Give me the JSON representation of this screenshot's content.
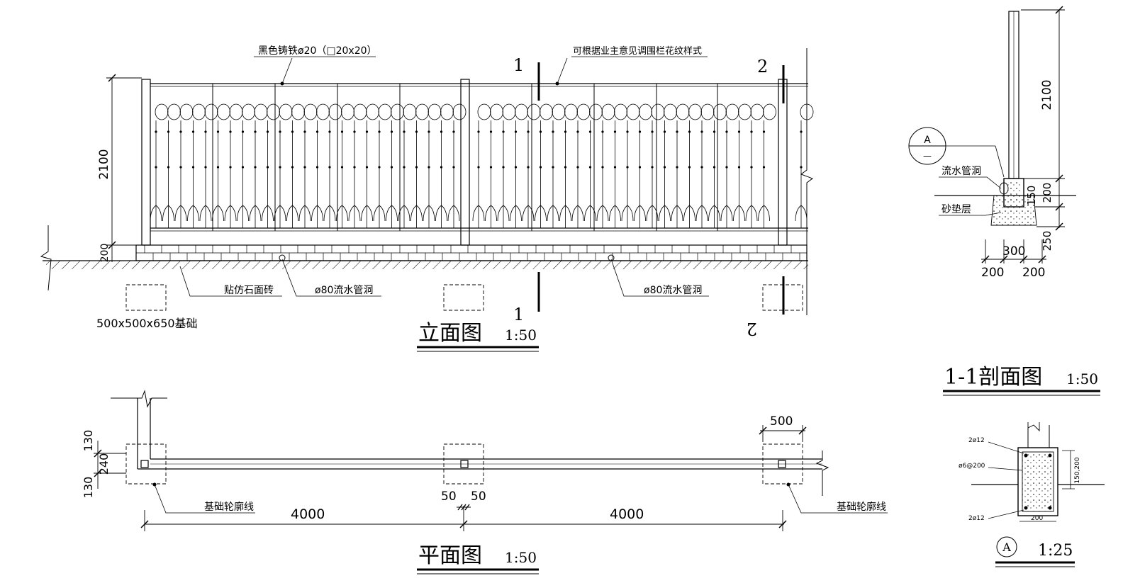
{
  "elevation": {
    "title": "立面图",
    "scale": "1:50",
    "labels": {
      "rail": "黑色铸铁ø20（□20x20）",
      "pattern": "可根据业主意见调围栏花纹样式",
      "tile": "贴仿石面砖",
      "drain_left": "ø80流水管洞",
      "drain_right": "ø80流水管洞",
      "footing": "500x500x650基础"
    },
    "dims": {
      "height": "2100",
      "base": "200"
    },
    "section_marks": {
      "s1": "1",
      "s2": "2"
    }
  },
  "plan": {
    "title": "平面图",
    "scale": "1:50",
    "labels": {
      "outline_left": "基础轮廓线",
      "outline_right": "基础轮廓线"
    },
    "dims": {
      "w500": "500",
      "a": "130",
      "b": "240",
      "c": "130",
      "half": "50",
      "span_left": "4000",
      "span_right": "4000"
    }
  },
  "section": {
    "title": "1-1剖面图",
    "scale": "1:50",
    "labels": {
      "drain": "流水管洞",
      "sand": "砂垫层",
      "callout_top": "A",
      "callout_bottom": "—"
    },
    "dims": {
      "h": "2100",
      "d200": "200",
      "d150": "150",
      "d250": "250",
      "w300": "300",
      "w200a": "200",
      "w200b": "200"
    }
  },
  "detail": {
    "title_mark": "A",
    "scale": "1:25",
    "labels": {
      "top_bar": "2ø12",
      "stirrup": "ø6@200",
      "bottom_bar": "2ø12",
      "side": "150,200",
      "width": "200"
    }
  }
}
